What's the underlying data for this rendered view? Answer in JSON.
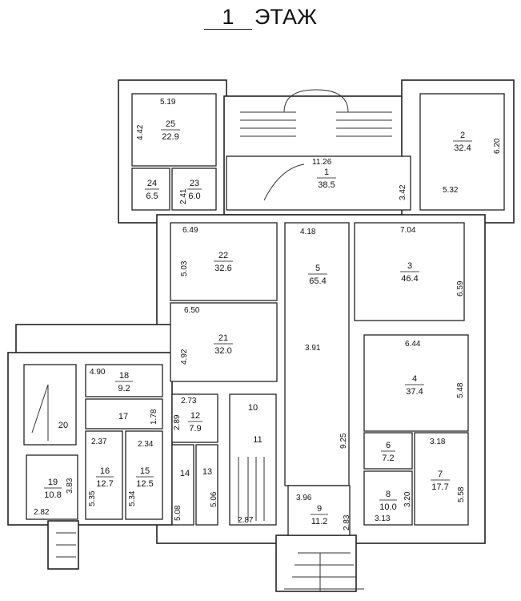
{
  "title": {
    "floor_number": "1",
    "floor_word": "ЭТАЖ"
  },
  "rooms": [
    {
      "id": "1",
      "area": "38.5"
    },
    {
      "id": "2",
      "area": "32.4"
    },
    {
      "id": "3",
      "area": "46.4"
    },
    {
      "id": "4",
      "area": "37.4"
    },
    {
      "id": "5",
      "area": "65.4"
    },
    {
      "id": "6",
      "area": "7.2"
    },
    {
      "id": "7",
      "area": "17.7"
    },
    {
      "id": "8",
      "area": "10.0"
    },
    {
      "id": "9",
      "area": "11.2"
    },
    {
      "id": "10",
      "area": ""
    },
    {
      "id": "11",
      "area": ""
    },
    {
      "id": "12",
      "area": "7.9"
    },
    {
      "id": "13",
      "area": ""
    },
    {
      "id": "14",
      "area": ""
    },
    {
      "id": "15",
      "area": "12.5"
    },
    {
      "id": "16",
      "area": "12.7"
    },
    {
      "id": "17",
      "area": ""
    },
    {
      "id": "18",
      "area": "9.2"
    },
    {
      "id": "19",
      "area": "10.8"
    },
    {
      "id": "20",
      "area": ""
    },
    {
      "id": "21",
      "area": "32.0"
    },
    {
      "id": "22",
      "area": "32.6"
    },
    {
      "id": "23",
      "area": "6.0"
    },
    {
      "id": "24",
      "area": "6.5"
    },
    {
      "id": "25",
      "area": "22.9"
    }
  ],
  "dimensions": [
    "5.19",
    "4.42",
    "2.41",
    "11.26",
    "3.42",
    "6.20",
    "5.32",
    "6.49",
    "5.03",
    "4.18",
    "7.04",
    "6.59",
    "6.50",
    "4.92",
    "3.91",
    "6.44",
    "5.48",
    "4.90",
    "1.78",
    "2.73",
    "2.89",
    "2.37",
    "2.34",
    "9.25",
    "3.18",
    "5.35",
    "5.34",
    "5.08",
    "5.06",
    "3.83",
    "2.82",
    "3.96",
    "2.83",
    "2.87",
    "3.20",
    "3.13",
    "5.58"
  ]
}
